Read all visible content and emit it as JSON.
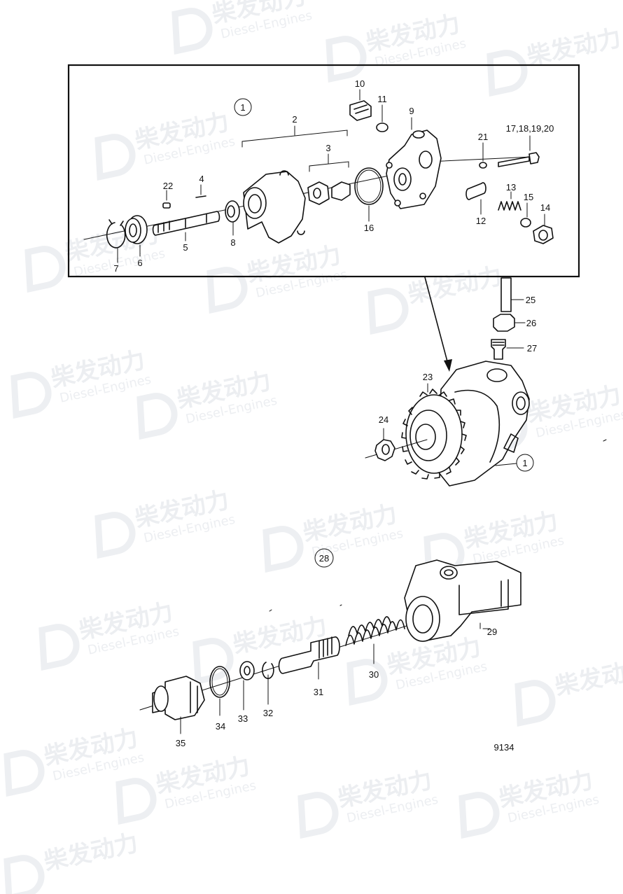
{
  "drawing": {
    "number": "9134",
    "colors": {
      "ink": "#111111",
      "watermark": "#d6dbe2"
    },
    "watermark": {
      "line1": "柴发动力",
      "line2": "Diesel-Engines",
      "icon": "d-logo-icon"
    },
    "circled_labels": {
      "main": "1",
      "valve": "28"
    },
    "callouts": {
      "c2": "2",
      "c3": "3",
      "c4": "4",
      "c5": "5",
      "c6": "6",
      "c7": "7",
      "c8": "8",
      "c9": "9",
      "c10": "10",
      "c11": "11",
      "c12": "12",
      "c13": "13",
      "c14": "14",
      "c15": "15",
      "c16": "16",
      "c17": "17,18,19,20",
      "c21": "21",
      "c22": "22",
      "c23": "23",
      "c24": "24",
      "c25": "25",
      "c26": "26",
      "c27": "27",
      "c29": "29",
      "c30": "30",
      "c31": "31",
      "c32": "32",
      "c33": "33",
      "c34": "34",
      "c35": "35"
    }
  }
}
